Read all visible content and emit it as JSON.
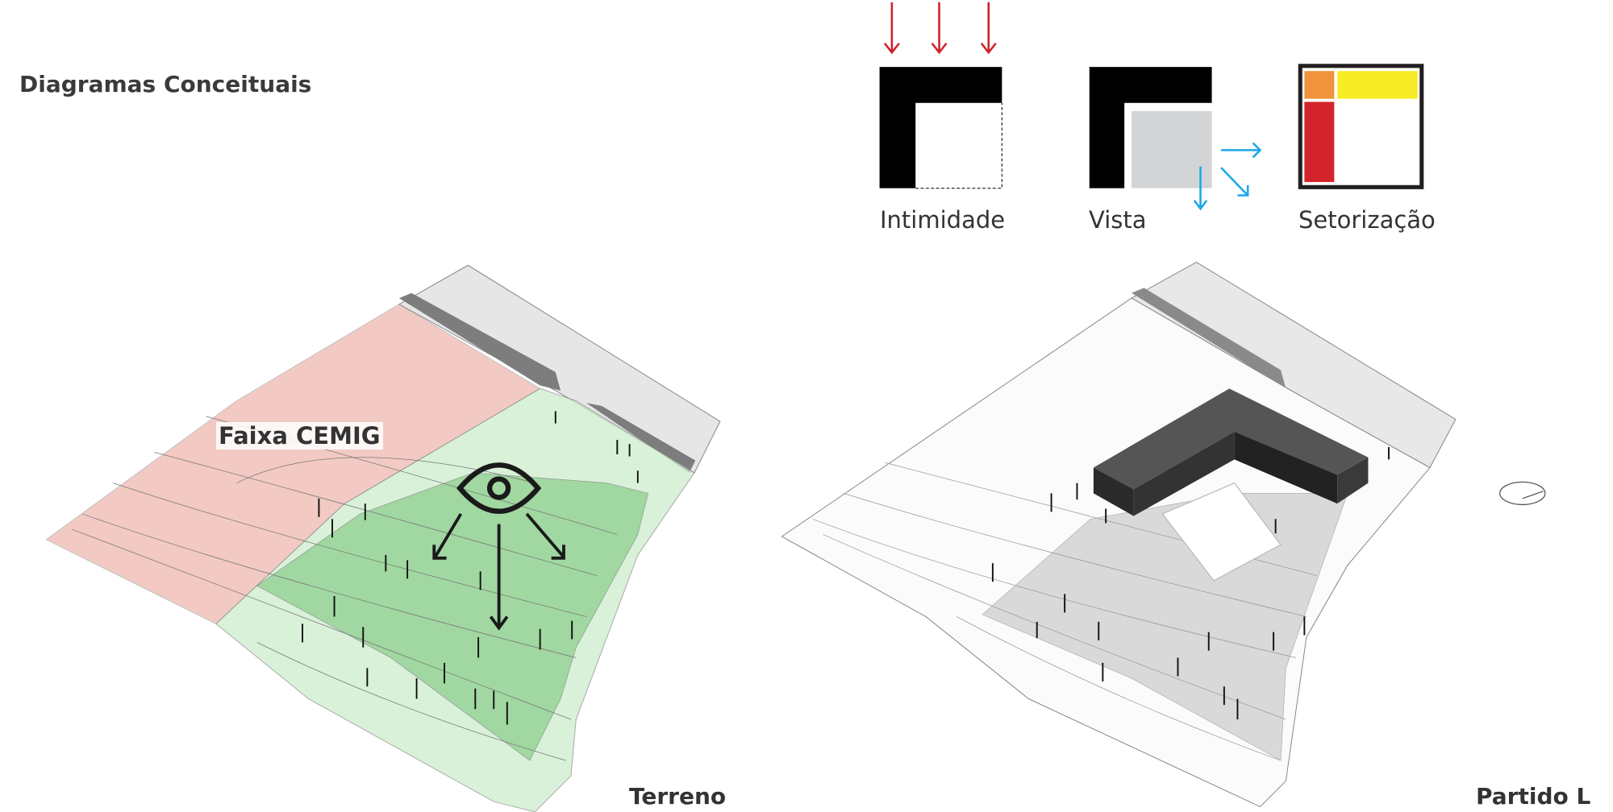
{
  "title": "Diagramas Conceituais",
  "concepts": [
    {
      "label": "Intimidade",
      "icon": "l-shape-privacy-icon"
    },
    {
      "label": "Vista",
      "icon": "l-shape-view-icon"
    },
    {
      "label": "Setorização",
      "icon": "zoning-icon"
    }
  ],
  "site_label": "Faixa CEMIG",
  "captions": {
    "left": "Terreno",
    "right": "Partido L"
  },
  "colors": {
    "red_arrow": "#d0202a",
    "blue_arrow": "#1ba8e8",
    "zone_orange": "#ef943c",
    "zone_yellow": "#f8ec26",
    "zone_red": "#d4242b",
    "cemig_zone": "#eba89c",
    "buildable_zone": "#8fd08f"
  }
}
